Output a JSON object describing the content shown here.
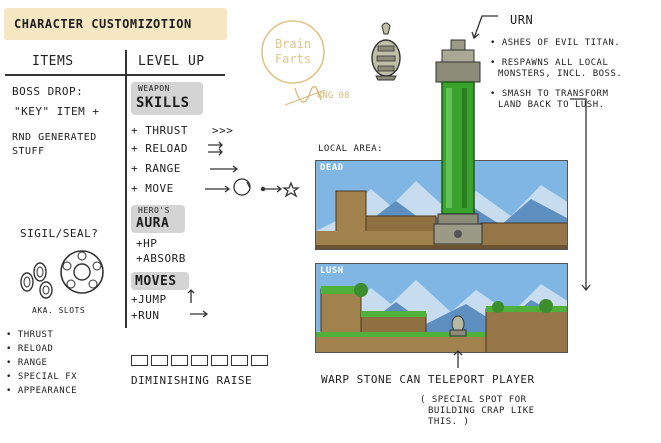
{
  "title": "Character Customizotion",
  "columns": {
    "items_header": "Items",
    "levelup_header": "Level Up"
  },
  "items": {
    "boss_drop": "Boss Drop:",
    "key_item": "\"Key\" Item +",
    "rnd_line1": "RND Generated",
    "rnd_line2": "Stuff"
  },
  "weapon_skills": {
    "label_small": "Weapon",
    "label_big": "Skills",
    "entries": [
      "+ Thrust",
      "+ Reload",
      "+ Range",
      "+ Move"
    ],
    "thrust_marks": ">>>"
  },
  "aura": {
    "label_small": "Hero's",
    "label_big": "Aura",
    "entries": [
      "+HP",
      "+Absorb"
    ]
  },
  "moves": {
    "label": "Moves",
    "entries": [
      "+Jump",
      "+Run"
    ]
  },
  "sigil": {
    "title": "Sigil/Seal?",
    "caption": "AKA. Slots",
    "list": [
      "Thrust",
      "Reload",
      "Range",
      "Special Fx",
      "Appearance"
    ]
  },
  "diminishing": {
    "label": "Diminishing Raise",
    "cell_count": 7
  },
  "logo": {
    "line1": "Brain",
    "line2": "Farts",
    "signature": "RNG 08"
  },
  "urn": {
    "label": "Urn",
    "notes": [
      [
        "Ashes of Evil Titan."
      ],
      [
        "Respawns all local",
        "monsters, incl. Boss."
      ],
      [
        "Smash to transform",
        "land back to lush."
      ]
    ]
  },
  "local_area": {
    "label": "Local Area:",
    "dead_label": "Dead",
    "lush_label": "Lush"
  },
  "warp": {
    "label": "Warp Stone can Teleport Player",
    "note_lines": [
      "( Special spot for",
      "Building crap like",
      "this. )"
    ]
  },
  "colors": {
    "title_bg": "#f6e7c3",
    "pill_bg": "#d4d4d4",
    "sky": "#7fb6e4",
    "column_green": "#3aa32e",
    "lush_green": "#4fb03a",
    "dead_ground": "#a1814c",
    "logo_ink": "#e0c48a"
  }
}
